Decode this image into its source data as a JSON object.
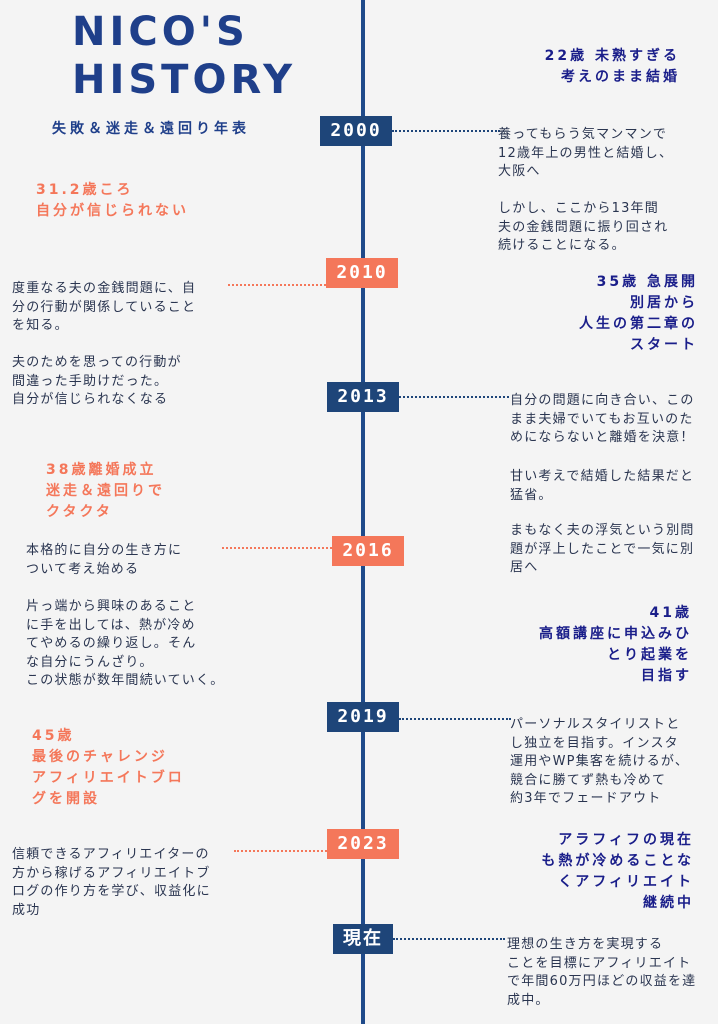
{
  "header": {
    "title_line1": "NICO'S",
    "title_line2": "HISTORY",
    "subtitle": "失敗＆迷走＆遠回り年表"
  },
  "colors": {
    "navy": "#1e4579",
    "orange": "#f4775a",
    "text": "#2a3550",
    "highlight_navy": "#1a1e8a"
  },
  "years": [
    "2000",
    "2010",
    "2013",
    "2016",
    "2019",
    "2023",
    "現在"
  ],
  "right": {
    "h22": "22歳 未熟すぎる\n考えのまま結婚",
    "t2000a": "養ってもらう気マンマンで\n12歳年上の男性と結婚し、\n大阪へ",
    "t2000b": "しかし、ここから13年間\n夫の金銭問題に振り回され\n続けることになる。",
    "h35": "35歳 急展開\n別居から\n人生の第二章の\nスタート",
    "t2013a": "自分の問題に向き合い、この\nまま夫婦でいてもお互いのた\nめにならないと離婚を決意！",
    "t2013b": "甘い考えで結婚した結果だと\n猛省。",
    "t2013c": "まもなく夫の浮気という別問\n題が浮上したことで一気に別\n居へ",
    "h41": "41歳\n高額講座に申込みひ\nとり起業を\n目指す",
    "t2019": "パーソナルスタイリストと\nし独立を目指す。インスタ\n運用やWP集客を続けるが、\n競合に勝てず熱も冷めて\n約3年でフェードアウト",
    "hara": "アラフィフの現在\nも熱が冷めることな\nくアフィリエイト\n継続中",
    "tnow": "理想の生き方を実現する\nことを目標にアフィリエイト\nで年間60万円ほどの収益を達\n成中。"
  },
  "left": {
    "h31": "31.2歳ころ\n自分が信じられない",
    "t2010a": "度重なる夫の金銭問題に、自\n分の行動が関係していること\nを知る。",
    "t2010b": "夫のためを思っての行動が\n間違った手助けだった。\n自分が信じられなくなる",
    "h38": "38歳離婚成立\n迷走＆遠回りで\nクタクタ",
    "t2016a": "本格的に自分の生き方に\nついて考え始める",
    "t2016b": "片っ端から興味のあること\nに手を出しては、熱が冷め\nてやめるの繰り返し。そん\nな自分にうんざり。\nこの状態が数年間続いていく。",
    "h45": "45歳\n最後のチャレンジ\nアフィリエイトブロ\nグを開設",
    "t2023": "信頼できるアフィリエイターの\n方から稼げるアフィリエイトブ\nログの作り方を学び、収益化に\n成功"
  }
}
